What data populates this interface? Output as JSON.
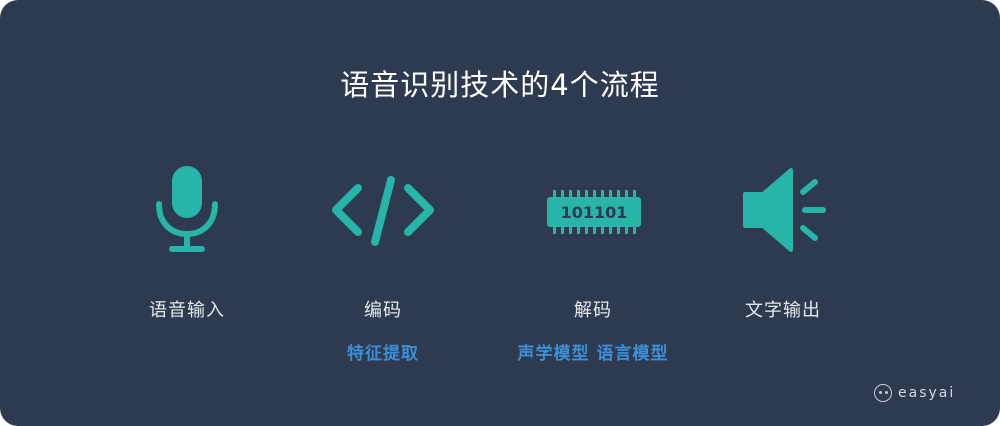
{
  "title": "语音识别技术的4个流程",
  "accent_color": "#26b5a6",
  "sub_color": "#3d8fd6",
  "steps": [
    {
      "label": "语音输入",
      "sub": "",
      "icon": "microphone-icon"
    },
    {
      "label": "编码",
      "sub": "特征提取",
      "icon": "code-brackets-icon"
    },
    {
      "label": "解码",
      "sub": "声学模型 语言模型",
      "icon": "binary-chip-icon",
      "chip_text": "101101"
    },
    {
      "label": "文字输出",
      "sub": "",
      "icon": "speaker-icon"
    }
  ],
  "logo": {
    "text": "easyai"
  }
}
